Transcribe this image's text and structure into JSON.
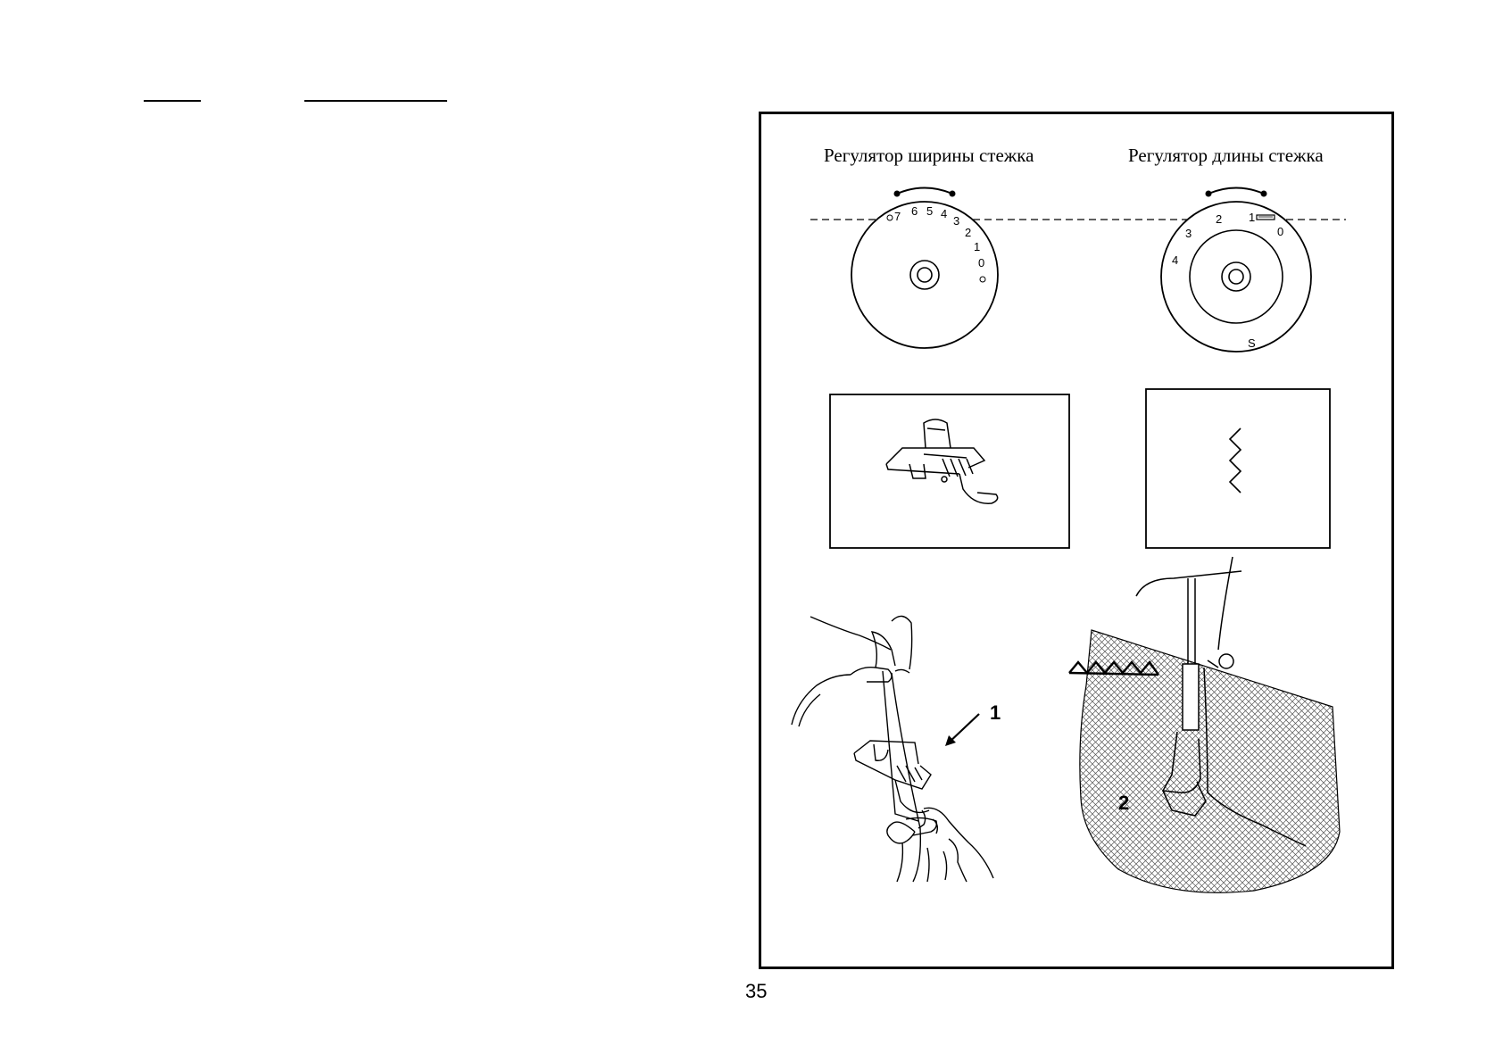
{
  "dials": {
    "width_title": "Регулятор ширины стежка",
    "length_title": "Регулятор длины стежка",
    "width_numbers": [
      "7",
      "6",
      "5",
      "4",
      "3",
      "2",
      "1",
      "0"
    ],
    "length_numbers": [
      "4",
      "3",
      "2",
      "1",
      "0",
      "S"
    ]
  },
  "callouts": {
    "one": "1",
    "two": "2"
  },
  "page_number": "35"
}
